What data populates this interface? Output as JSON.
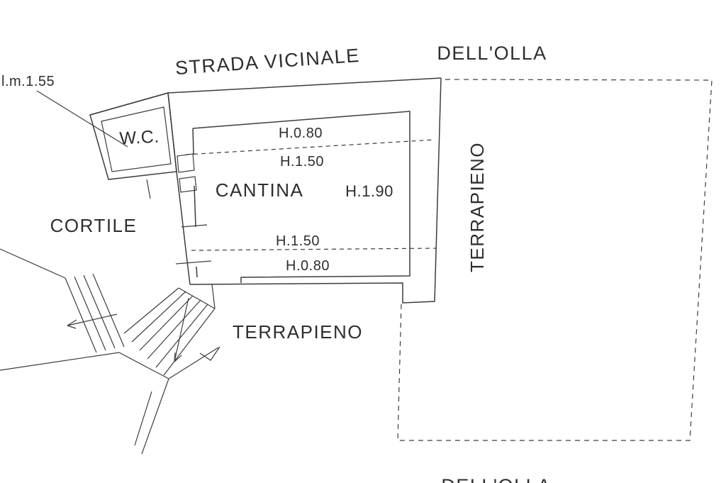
{
  "page": {
    "background": "#ffffff",
    "line_color": "#3d3d3d",
    "text_color": "#2e2e2e",
    "type": "cadastral floor plan drawing"
  },
  "labels": {
    "street_name": "STRADA VICINALE",
    "street_name2": "DELL'OLLA",
    "street_name2_bottom": "DELL'OLLA",
    "height_note": "l.m.1.55",
    "wc": "W.C.",
    "cantina": "CANTINA",
    "cortile": "CORTILE",
    "terrapieno_right": "TERRAPIENO",
    "terrapieno_bottom": "TERRAPIENO",
    "h_top_1": "H.0.80",
    "h_top_2": "H.1.50",
    "h_mid": "H.1.90",
    "h_bottom_1": "H.1.50",
    "h_bottom_2": "H.0.80"
  }
}
